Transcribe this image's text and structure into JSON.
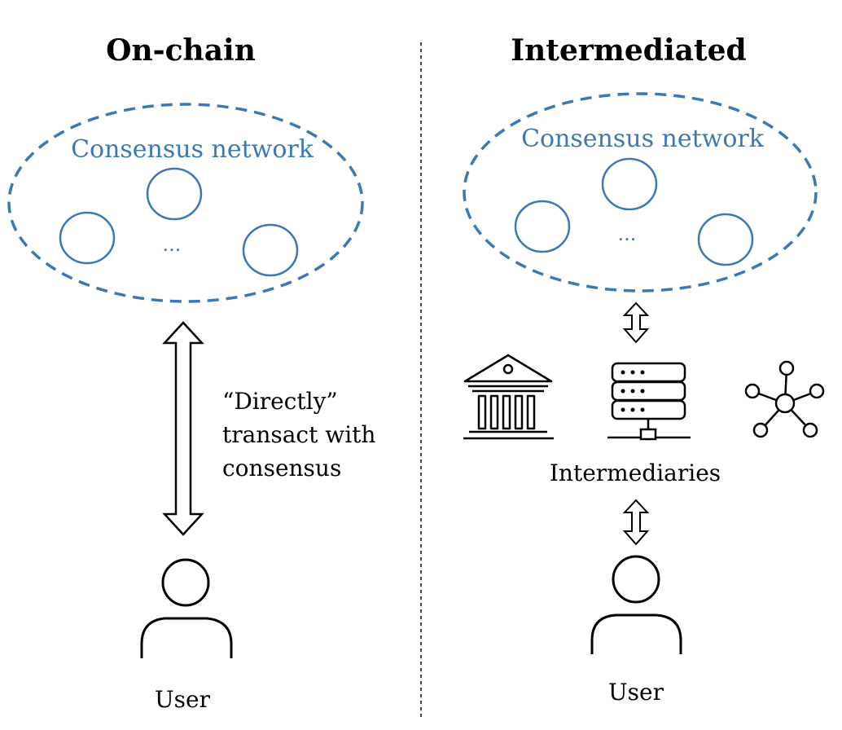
{
  "colors": {
    "accent": "#3c78b4",
    "text": "#000000",
    "background": "#ffffff"
  },
  "left_panel": {
    "title": "On-chain",
    "network_label": "Consensus network",
    "nodes_ellipsis": "...",
    "arrow_caption": [
      "“Directly”",
      "transact with",
      "consensus"
    ],
    "user_label": "User"
  },
  "right_panel": {
    "title": "Intermediated",
    "network_label": "Consensus network",
    "nodes_ellipsis": "...",
    "intermediary_icons": [
      "bank-icon",
      "server-rack-icon",
      "network-hub-icon"
    ],
    "intermediaries_label": "Intermediaries",
    "user_label": "User"
  }
}
